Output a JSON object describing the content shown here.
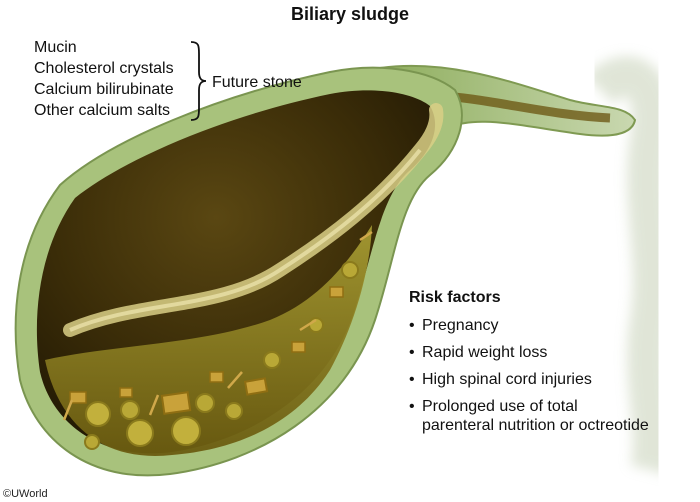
{
  "title": "Biliary sludge",
  "components": [
    "Mucin",
    "Cholesterol crystals",
    "Calcium bilirubinate",
    "Other calcium salts"
  ],
  "future_stone_label": "Future stone",
  "risk_factors": {
    "heading": "Risk factors",
    "items": [
      "Pregnancy",
      "Rapid weight loss",
      "High spinal cord injuries",
      "Prolonged use of total\nparenteral nutrition or octreotide"
    ]
  },
  "credit": "©UWorld",
  "colors": {
    "wall_green": "#a8c27c",
    "lumen_dark": "#3a2c08",
    "bile": "#8a7a1c",
    "crystal": "#c9a23a"
  }
}
